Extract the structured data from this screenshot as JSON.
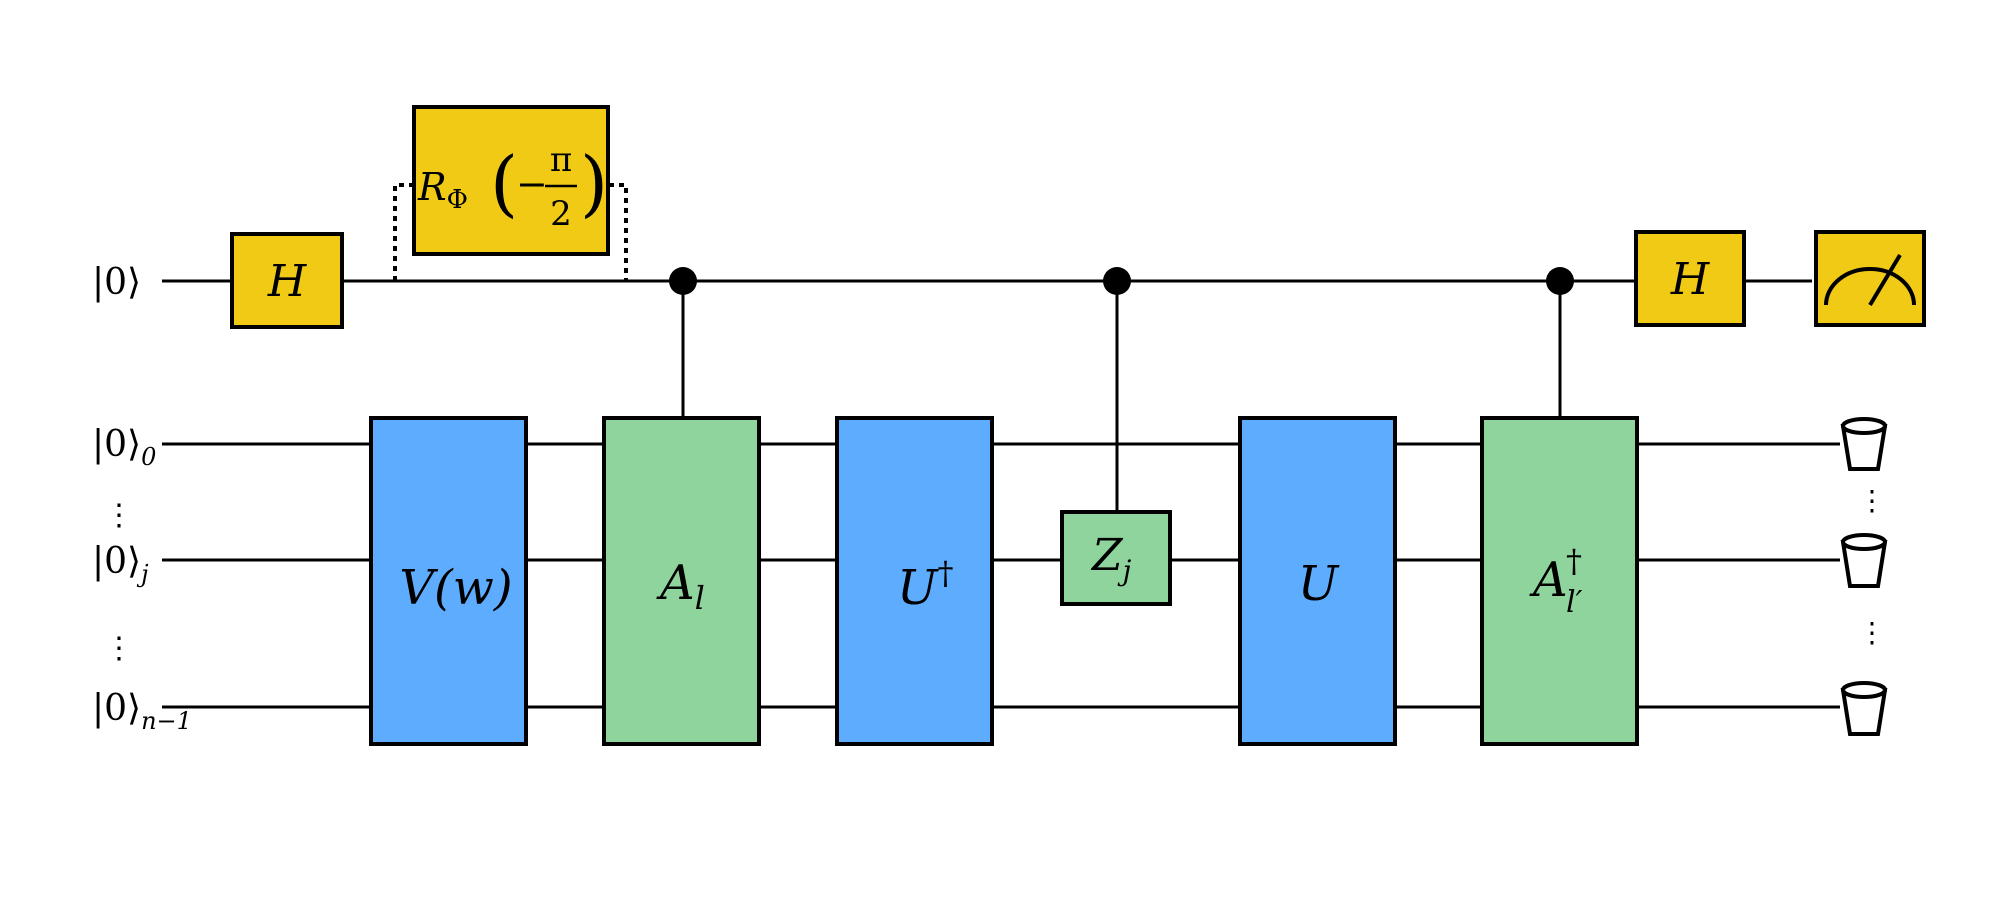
{
  "colors": {
    "hadamard_gate": "#f0ca14",
    "blue_gate": "#5eacfd",
    "green_gate": "#8fd49d",
    "wire": "#000000",
    "background": "#ffffff"
  },
  "qubit_labels": {
    "ancilla": {
      "ket": "|0⟩",
      "sub": ""
    },
    "q0": {
      "ket": "|0⟩",
      "sub": "0"
    },
    "qj": {
      "ket": "|0⟩",
      "sub": "j"
    },
    "qn1": {
      "ket": "|0⟩",
      "sub": "n−1"
    },
    "vdots": "⋮"
  },
  "gates": {
    "h_left": {
      "label": "H"
    },
    "rphi": {
      "label": "R",
      "sub": "Φ",
      "minus": "−",
      "num": "π",
      "den": "2"
    },
    "v": {
      "label": "V(w)"
    },
    "a_l": {
      "label": "A",
      "sub": "l"
    },
    "u_dagger": {
      "label": "U",
      "sup": "†"
    },
    "z_j": {
      "label": "Z",
      "sub": "j"
    },
    "u": {
      "label": "U"
    },
    "a_l_prime_dagger": {
      "label": "A",
      "sup": "†",
      "sub": "l′"
    },
    "h_right": {
      "label": "H"
    }
  },
  "icons": {
    "measurement": "meter-icon",
    "discard": "trash-bin-icon"
  }
}
